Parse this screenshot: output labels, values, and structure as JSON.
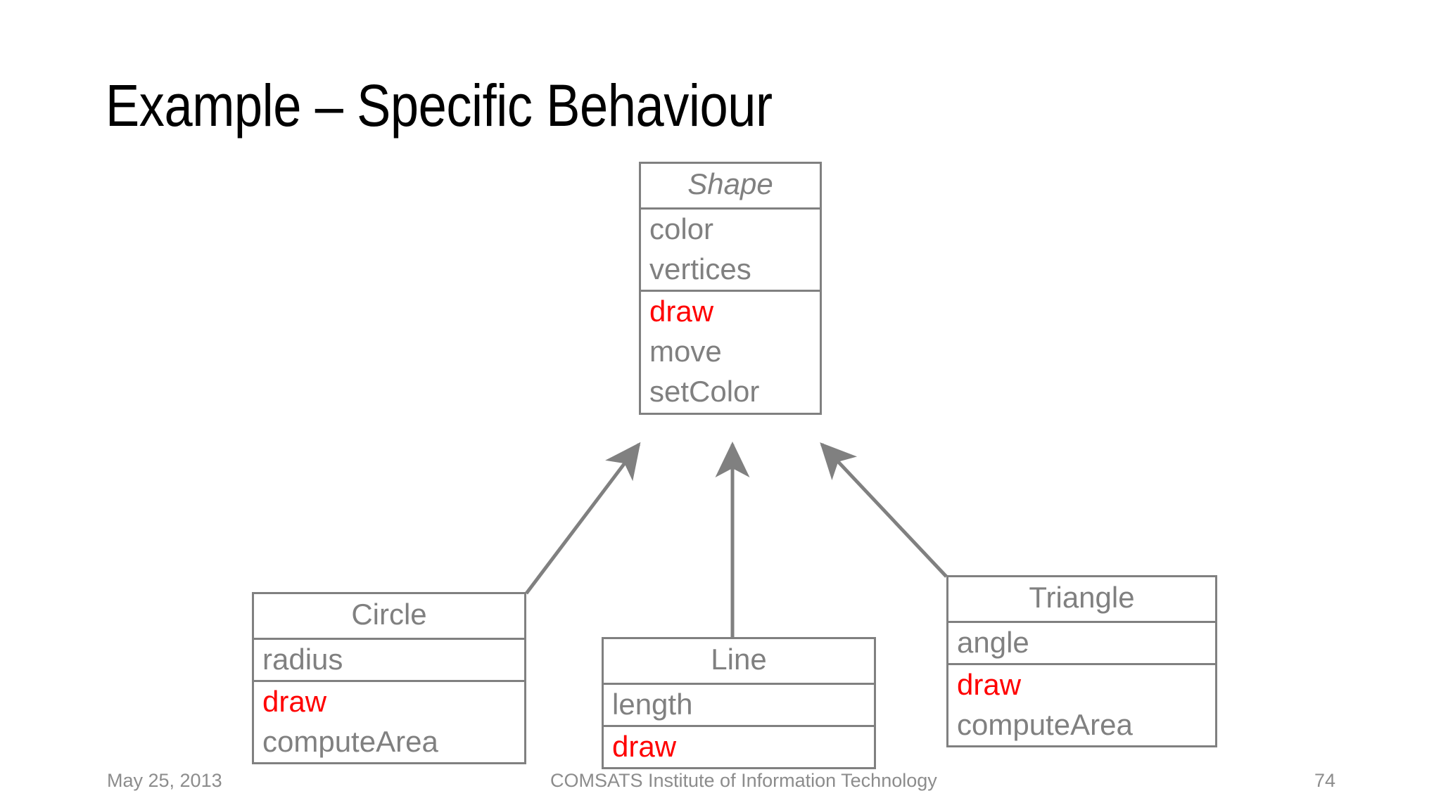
{
  "slide": {
    "title": "Example – Specific Behaviour",
    "page_number": "74",
    "background_color": "#ffffff"
  },
  "theme": {
    "box_border_color": "#808080",
    "text_color": "#808080",
    "highlight_color": "#ff0000",
    "title_color": "#000000",
    "footer_color": "#8c8c8c"
  },
  "diagram": {
    "type": "uml-class-diagram",
    "classes": [
      {
        "id": "shape",
        "name": "Shape",
        "abstract": true,
        "attributes": [
          {
            "label": "color",
            "highlight": false
          },
          {
            "label": "vertices",
            "highlight": false
          }
        ],
        "operations": [
          {
            "label": "draw",
            "highlight": true
          },
          {
            "label": "move",
            "highlight": false
          },
          {
            "label": "setColor",
            "highlight": false
          }
        ]
      },
      {
        "id": "circle",
        "name": "Circle",
        "abstract": false,
        "attributes": [
          {
            "label": "radius",
            "highlight": false
          }
        ],
        "operations": [
          {
            "label": "draw",
            "highlight": true
          },
          {
            "label": "computeArea",
            "highlight": false
          }
        ]
      },
      {
        "id": "line",
        "name": "Line",
        "abstract": false,
        "attributes": [
          {
            "label": "length",
            "highlight": false
          }
        ],
        "operations": [
          {
            "label": "draw",
            "highlight": true
          }
        ]
      },
      {
        "id": "triangle",
        "name": "Triangle",
        "abstract": false,
        "attributes": [
          {
            "label": "angle",
            "highlight": false
          }
        ],
        "operations": [
          {
            "label": "draw",
            "highlight": true
          },
          {
            "label": "computeArea",
            "highlight": false
          }
        ]
      }
    ],
    "relationships": [
      {
        "from": "circle",
        "to": "shape",
        "kind": "generalization"
      },
      {
        "from": "line",
        "to": "shape",
        "kind": "generalization"
      },
      {
        "from": "triangle",
        "to": "shape",
        "kind": "generalization"
      }
    ]
  },
  "footer": {
    "date": "May 25, 2013",
    "organization": "COMSATS Institute of Information Technology",
    "page": "74"
  }
}
